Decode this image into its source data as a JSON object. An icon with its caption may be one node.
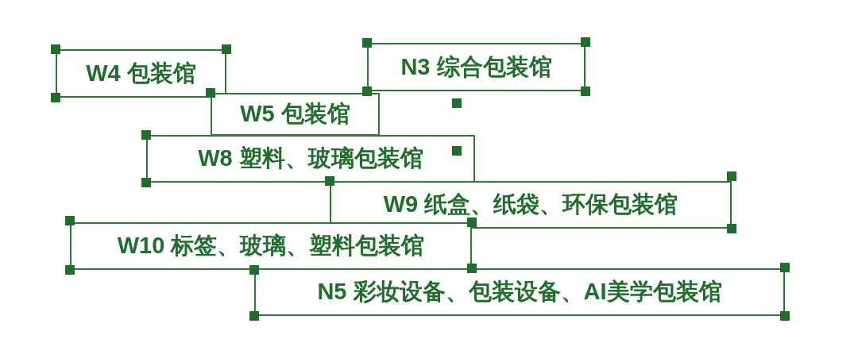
{
  "diagram": {
    "nodes": [
      {
        "text": [
          "W4 包装馆"
        ]
      },
      {
        "text": [
          "N3 综合包装馆"
        ]
      },
      {
        "text": [
          "W5 包装馆"
        ]
      },
      {
        "text": [
          "W8 塑料、玻璃包装馆"
        ]
      },
      {
        "text": [
          "W9 纸盒、纸袋、环保包装馆"
        ]
      },
      {
        "text": [
          "W10 标签、玻璃、塑料包装馆"
        ]
      },
      {
        "text": [
          "N5 彩妆设备、包装设备、AI美学包装馆"
        ]
      }
    ]
  }
}
